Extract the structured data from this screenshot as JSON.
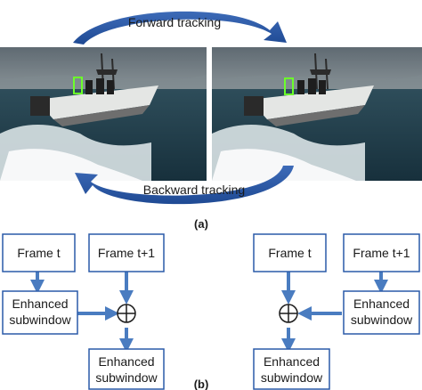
{
  "part_a": {
    "forward_label": "Forward tracking",
    "backward_label": "Backward tracking",
    "caption": "(a)"
  },
  "part_b": {
    "caption": "(b)",
    "left": {
      "frame_a": "Frame t",
      "frame_b": "Frame t+1",
      "input_line1": "Enhanced",
      "input_line2": "subwindow",
      "output_line1": "Enhanced",
      "output_line2": "subwindow"
    },
    "right": {
      "frame_a": "Frame t",
      "frame_b": "Frame t+1",
      "input_line1": "Enhanced",
      "input_line2": "subwindow",
      "output_line1": "Enhanced",
      "output_line2": "subwindow"
    }
  },
  "colors": {
    "arrow": "#4a7cc0",
    "arc_arrow": "#2a55a0",
    "box_stroke": "#2a5aa8",
    "tracking_box": "#6cff2a"
  }
}
